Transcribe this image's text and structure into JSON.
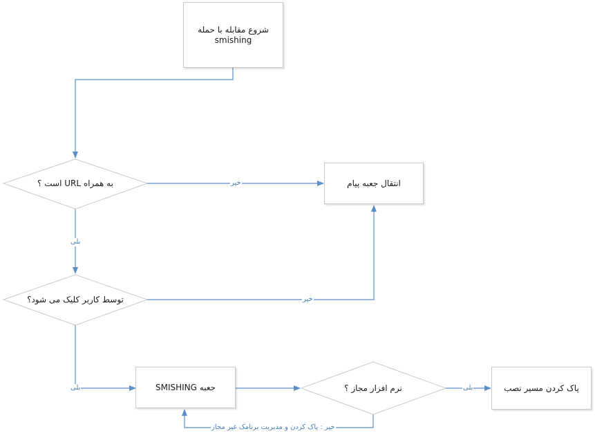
{
  "nodes": {
    "start": {
      "line1": "شروع مقابله با حمله",
      "line2": "smishing"
    },
    "has_url": "به همراه URL  است ؟",
    "clicked": "توسط کاربر کلیک می شود؟",
    "move_box": "انتقال جعبه پیام",
    "smishing_box": "جعبه SMISHING",
    "authorized": "نرم افزار مجاز ؟",
    "clean": "پاک کردن مسیر نصب"
  },
  "edge_labels": {
    "url_no": "خیر",
    "url_yes": "بلی",
    "click_no": "خیر",
    "click_yes": "بلی",
    "auth_yes": "بلی",
    "auth_no": "خیر : پاک کردن و مدیریت برنامک غیر مجاز"
  },
  "colors": {
    "connector": "#5b8fc7",
    "box_border": "#c9c9c9"
  }
}
